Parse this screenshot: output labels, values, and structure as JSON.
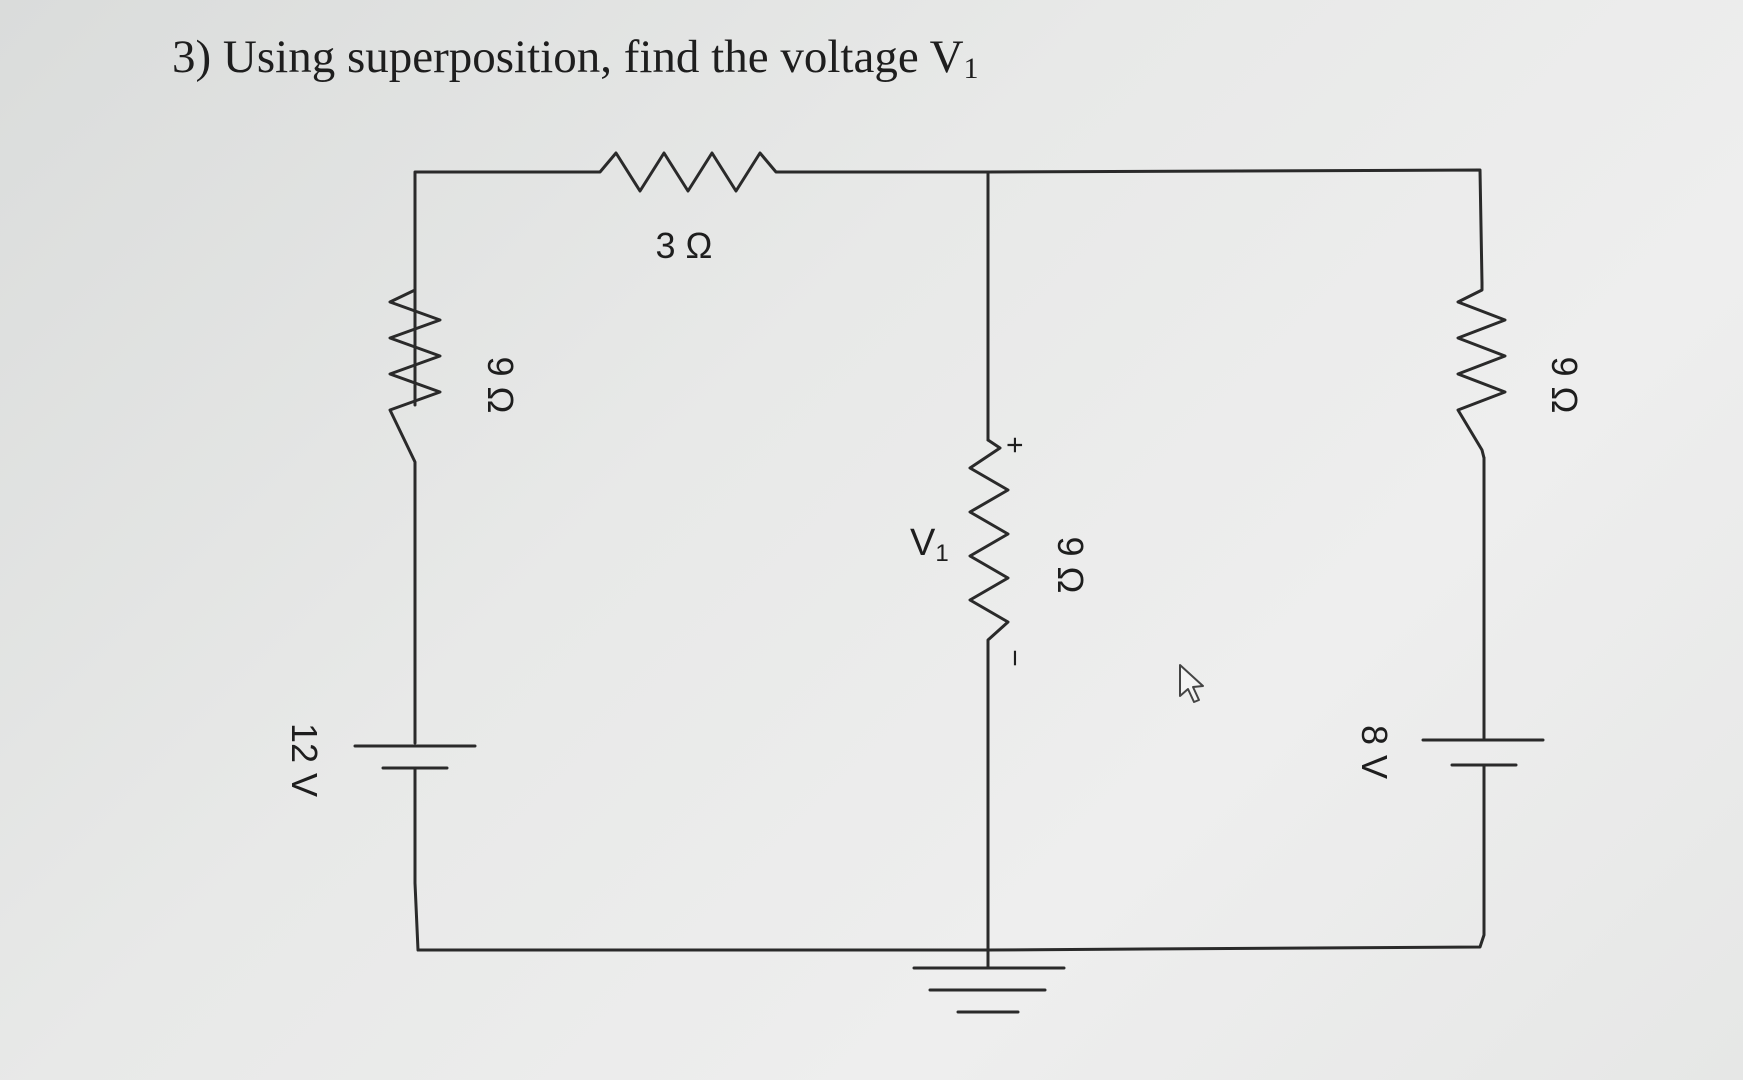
{
  "question": {
    "number": "3)",
    "text": "Using superposition, find the voltage V",
    "subscript": "1"
  },
  "components": {
    "r_top": {
      "label": "3 Ω"
    },
    "r_left": {
      "label": "9 Ω"
    },
    "r_mid": {
      "label": "9 Ω"
    },
    "r_right": {
      "label": "9 Ω"
    },
    "src_left": {
      "label": "12 V"
    },
    "src_right": {
      "label": "8 V"
    },
    "probe": {
      "label": "V",
      "subscript": "1",
      "plus": "+",
      "minus": "−"
    }
  }
}
